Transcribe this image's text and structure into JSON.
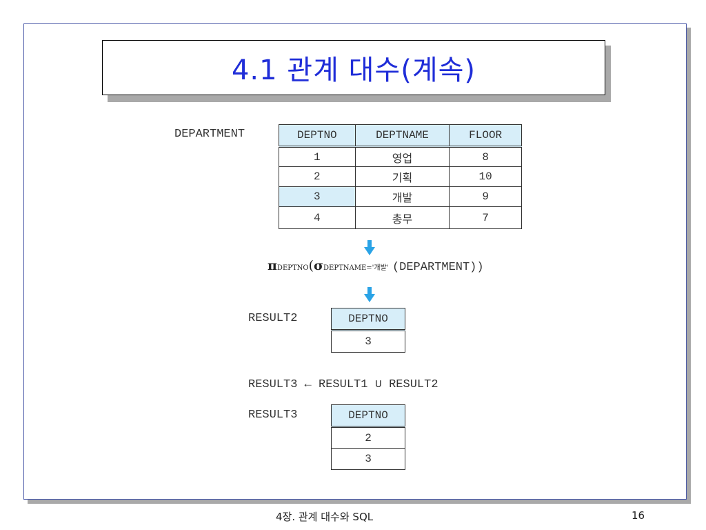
{
  "slide": {
    "title": "4.1 관계 대수(계속)",
    "footer_text": "4장. 관계 대수와 SQL",
    "page_number": "16"
  },
  "department": {
    "label": "DEPARTMENT",
    "headers": [
      "DEPTNO",
      "DEPTNAME",
      "FLOOR"
    ],
    "rows": [
      [
        "1",
        "영업",
        "8"
      ],
      [
        "2",
        "기획",
        "10"
      ],
      [
        "3",
        "개발",
        "9"
      ],
      [
        "4",
        "총무",
        "7"
      ]
    ]
  },
  "expression": {
    "pi": "π",
    "pi_sub": "DEPTNO",
    "sigma": "σ",
    "sigma_sub": "DEPTNAME='개발'",
    "open_paren": "(",
    "argument": "(DEPARTMENT))"
  },
  "result2": {
    "label": "RESULT2",
    "header": "DEPTNO",
    "rows": [
      "3"
    ]
  },
  "union": {
    "target": "RESULT3",
    "arrow": "←",
    "left": "RESULT1",
    "operator": "∪",
    "right": "RESULT2"
  },
  "result3": {
    "label": "RESULT3",
    "header": "DEPTNO",
    "rows": [
      "2",
      "3"
    ]
  },
  "colors": {
    "title": "#1f2dd8",
    "header_fill": "#d7eef9",
    "arrow": "#2aa3e6"
  }
}
